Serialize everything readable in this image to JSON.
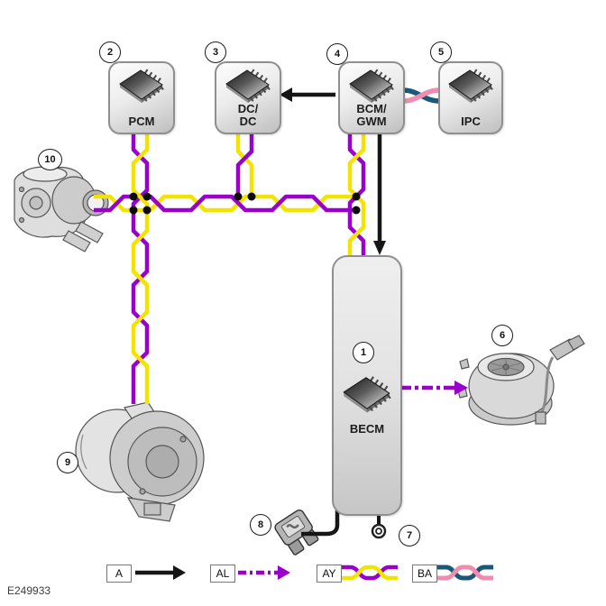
{
  "figure_id": "E249933",
  "modules": {
    "pcm": {
      "badge": "2",
      "label": "PCM"
    },
    "dcdc": {
      "badge": "3",
      "line1": "DC/",
      "line2": "DC"
    },
    "bcm_gwm": {
      "badge": "4",
      "line1": "BCM/",
      "line2": "GWM"
    },
    "ipc": {
      "badge": "5",
      "label": "IPC"
    },
    "becm": {
      "badge": "1",
      "label": "BECM"
    }
  },
  "callouts": {
    "becm": "1",
    "pcm": "2",
    "dcdc": "3",
    "bcm_gwm": "4",
    "ipc": "5",
    "blower": "6",
    "ground": "7",
    "fuse": "8",
    "generator": "9",
    "pump": "10"
  },
  "legend": {
    "hardwired": {
      "code": "A",
      "style": "solid-black-arrow"
    },
    "lin_bus": {
      "code": "AL",
      "style": "purple-dash-dot-arrow"
    },
    "can_yellow_purple": {
      "code": "AY",
      "style": "twisted-pair-yellow-purple"
    },
    "can_blue_pink": {
      "code": "BA",
      "style": "twisted-pair-blue-pink"
    }
  },
  "colors": {
    "purple": "#9900cc",
    "yellow": "#f2e400",
    "pink": "#f08cb0",
    "blue": "#1a587a",
    "black": "#161616",
    "module_border": "#8f8f8f"
  }
}
